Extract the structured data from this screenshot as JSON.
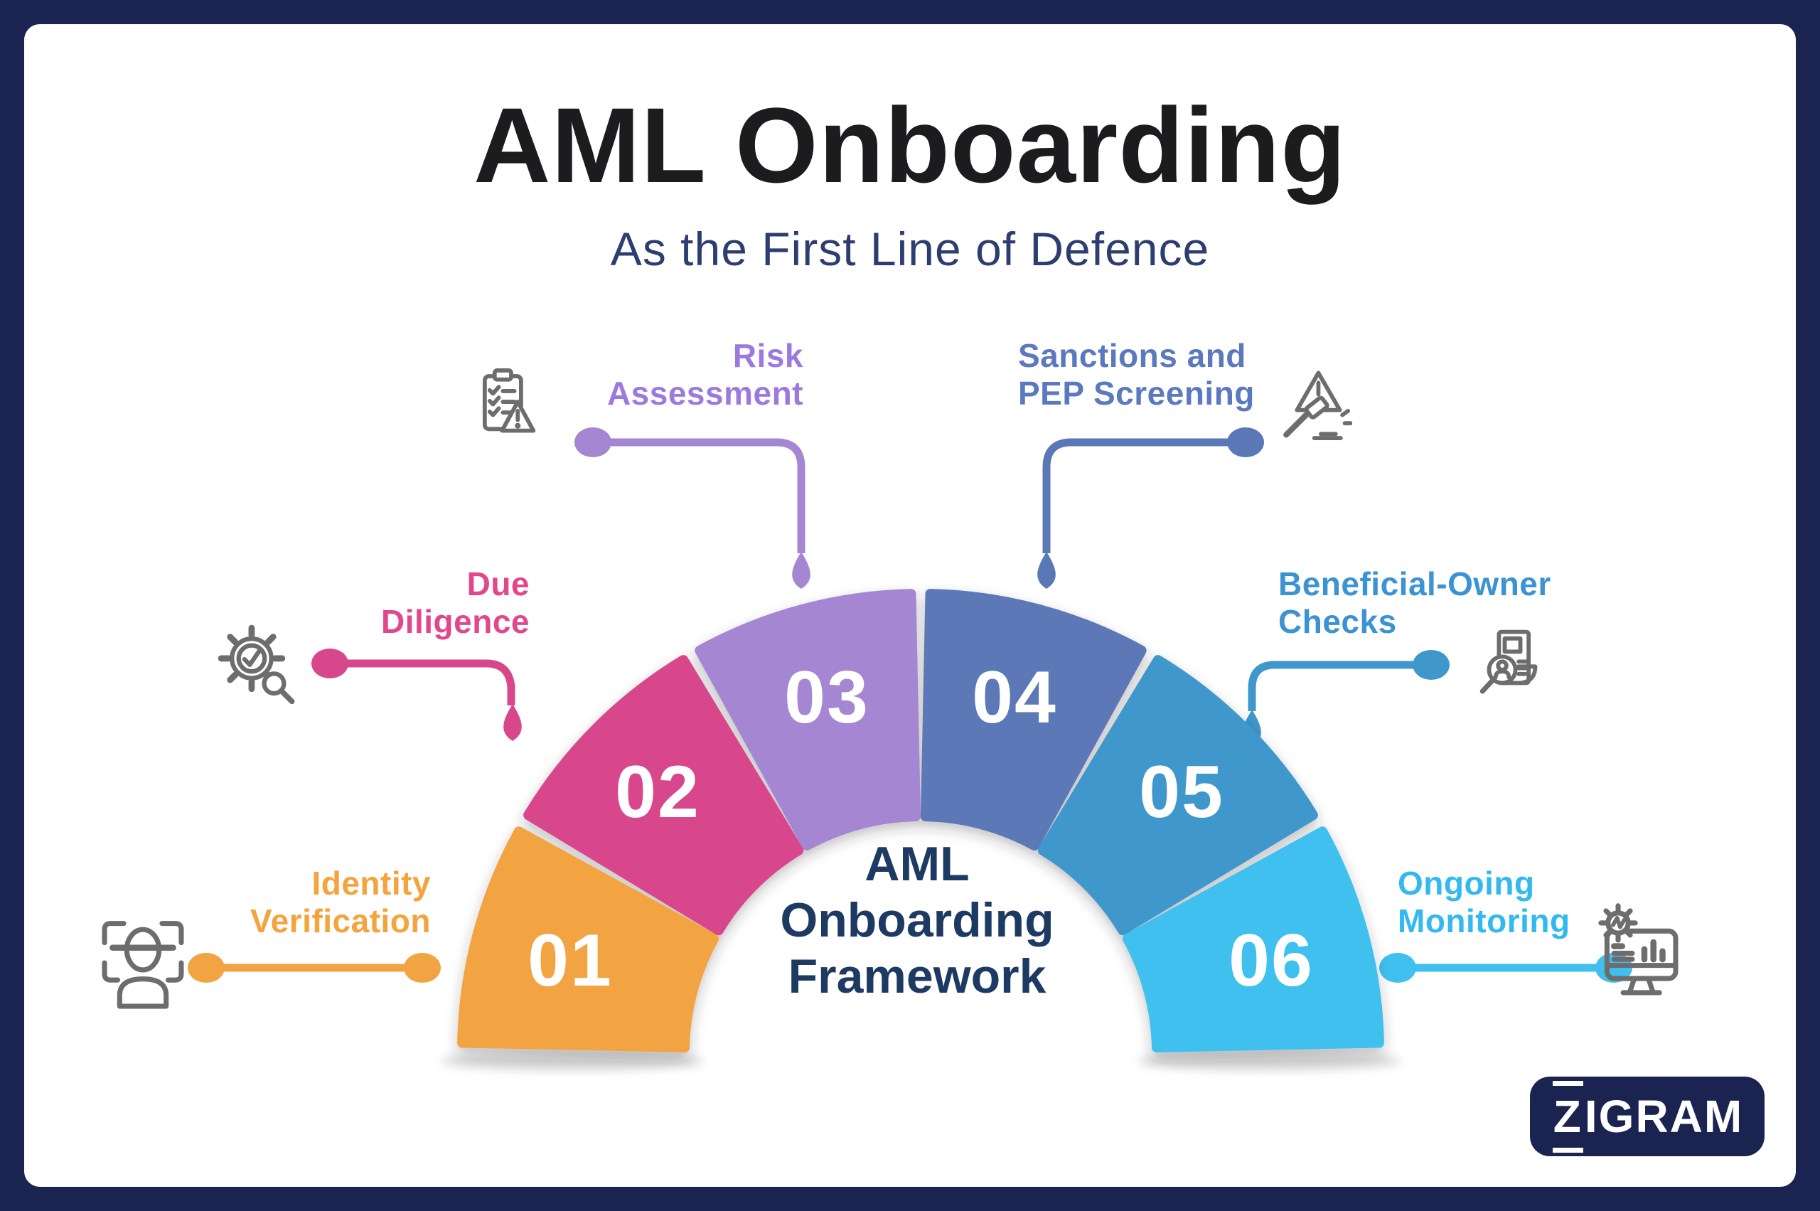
{
  "frame": {
    "border_color": "#1b2350",
    "panel_bg": "#ffffff"
  },
  "header": {
    "title": "AML Onboarding",
    "title_color": "#1c1c1e",
    "subtitle": "As the First Line of Defence",
    "subtitle_color": "#2c3e70"
  },
  "center": {
    "lines": [
      "AML",
      "Onboarding",
      "Framework"
    ],
    "color": "#1d3a63"
  },
  "steps": [
    {
      "number": "01",
      "line1": "Identity",
      "line2": "Verification",
      "color": "#F3A442",
      "label_color": "#F5A33C",
      "icon": "face-scan-icon"
    },
    {
      "number": "02",
      "line1": "Due",
      "line2": "Diligence",
      "color": "#D8478C",
      "label_color": "#E2478E",
      "icon": "gear-check-magnifier-icon"
    },
    {
      "number": "03",
      "line1": "Risk",
      "line2": "Assessment",
      "color": "#A586D3",
      "label_color": "#9C79DD",
      "icon": "clipboard-warning-icon"
    },
    {
      "number": "04",
      "line1": "Sanctions and",
      "line2": "PEP Screening",
      "color": "#5B78B6",
      "label_color": "#5B79BE",
      "icon": "gavel-warning-icon"
    },
    {
      "number": "05",
      "line1": "Beneficial-Owner",
      "line2": "Checks",
      "color": "#3F97CC",
      "label_color": "#3B93D3",
      "icon": "document-magnifier-person-icon"
    },
    {
      "number": "06",
      "line1": "Ongoing",
      "line2": "Monitoring",
      "color": "#3FC0EF",
      "label_color": "#33B9F0",
      "icon": "monitor-chart-gear-icon"
    }
  ],
  "arch": {
    "number_color": "#ffffff"
  },
  "icons": {
    "color": "#6d6d6d"
  },
  "logo": {
    "z": "Z",
    "rest": "IGRAM",
    "bg": "#1b2350",
    "text_color": "#ffffff"
  }
}
